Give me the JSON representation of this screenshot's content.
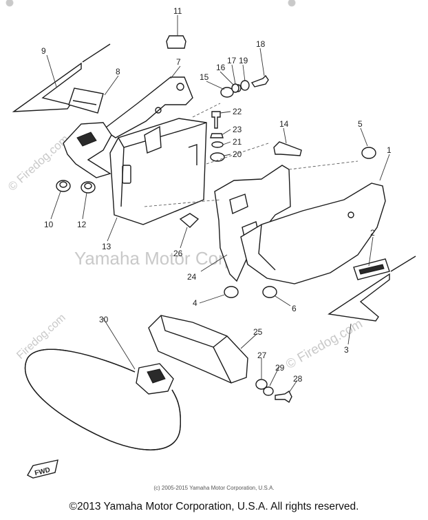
{
  "watermark": {
    "center": "Yamaha Motor Corp. U.S.A.",
    "firedog_left": "© Firedog.com",
    "firedog_right": "© Firedog.com",
    "firedog_bottom_left": "Firedog.com"
  },
  "small_copyright": "(c) 2005-2015 Yamaha Motor Corporation, U.S.A.",
  "copyright": "©2013 Yamaha Motor Corporation, U.S.A. All rights reserved.",
  "fwd_label": "FWD",
  "callouts": [
    "1",
    "2",
    "3",
    "4",
    "5",
    "6",
    "7",
    "8",
    "9",
    "10",
    "11",
    "12",
    "13",
    "14",
    "15",
    "16",
    "17",
    "18",
    "19",
    "20",
    "21",
    "22",
    "23",
    "24",
    "25",
    "26",
    "27",
    "28",
    "29",
    "30"
  ]
}
